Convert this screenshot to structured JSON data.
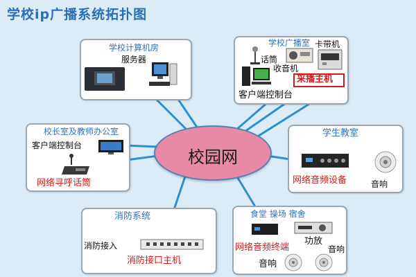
{
  "title": "学校ip广播系统拓扑图",
  "hub": {
    "label": "校园网"
  },
  "nodes": {
    "computer_room": {
      "title": "学校计算机房",
      "server_label": "服务器"
    },
    "broadcast_room": {
      "title": "学校广播室",
      "tape_label": "卡带机",
      "mic_label": "话筒",
      "radio_label": "收音机",
      "main_unit_label": "采播主机",
      "client_label": "客户端控制台"
    },
    "principal_office": {
      "title": "校长室及教师办公室",
      "client_label": "客户端控制台",
      "paging_label": "网络寻呼话筒"
    },
    "classroom": {
      "title": "学生教室",
      "terminal_label": "网络音频设备",
      "speaker_label": "音响"
    },
    "fire": {
      "title": "消防系统",
      "input_label": "消防接入",
      "host_label": "消防接口主机"
    },
    "canteen": {
      "title": "食堂 操场 宿舍",
      "amp_label": "功放",
      "terminal_label": "网络音频终端",
      "speaker_label_1": "音响",
      "speaker_label_2": "音响"
    }
  },
  "colors": {
    "background": "#dcecf6",
    "title": "#2a6fb5",
    "link": "#2e8fd0",
    "hub_fill": "#e88aa6",
    "accent_red": "#d21a1a",
    "box_border": "#9aa6b3"
  }
}
